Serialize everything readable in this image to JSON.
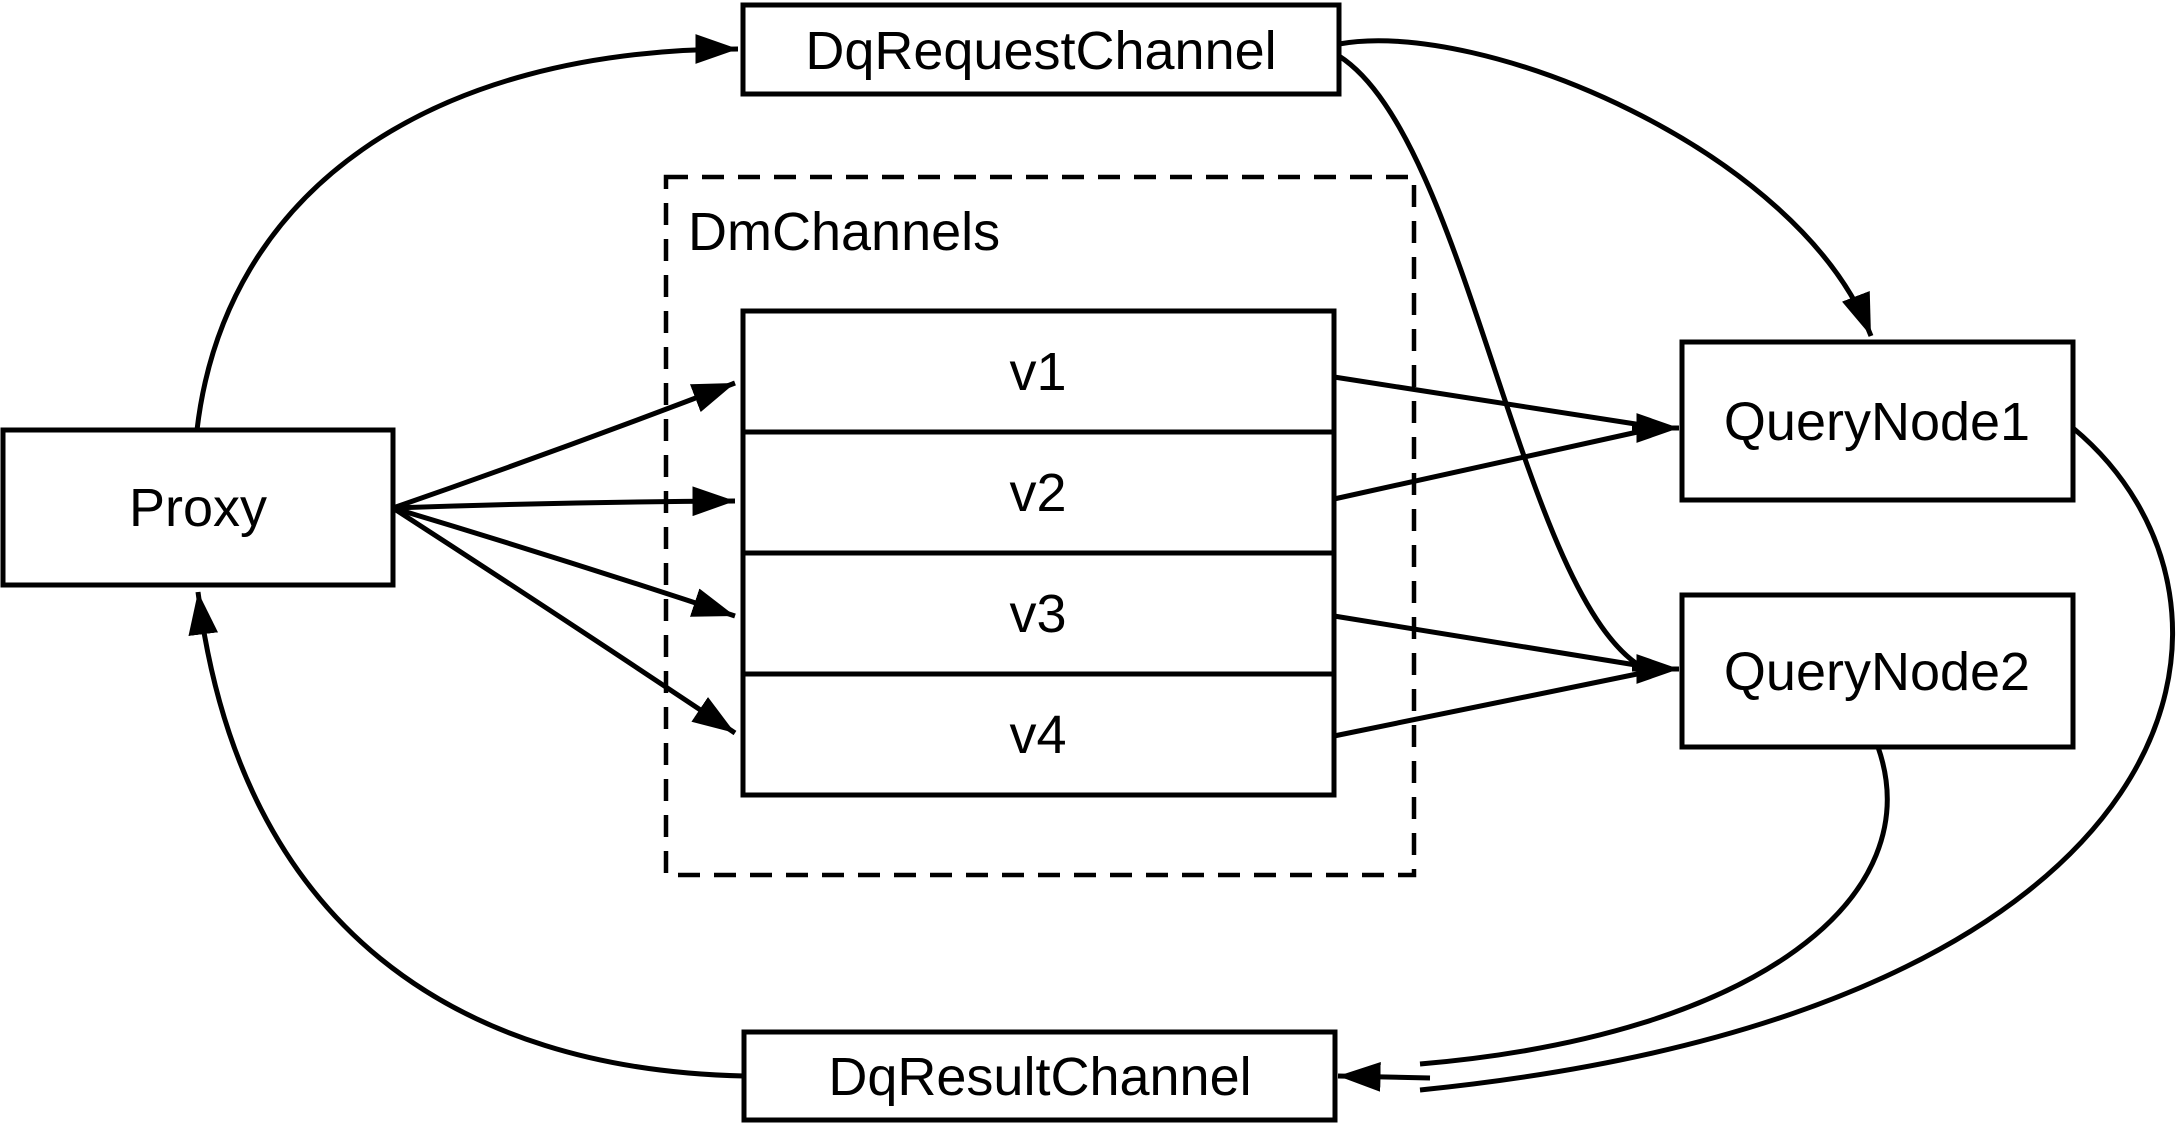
{
  "diagram": {
    "background": "#ffffff",
    "stroke_color": "#000000",
    "nodes": {
      "proxy": {
        "label": "Proxy"
      },
      "dq_request_channel": {
        "label": "DqRequestChannel"
      },
      "dm_channels": {
        "label": "DmChannels"
      },
      "query_node1": {
        "label": "QueryNode1"
      },
      "query_node2": {
        "label": "QueryNode2"
      },
      "dq_result_channel": {
        "label": "DqResultChannel"
      }
    },
    "channels": [
      "v1",
      "v2",
      "v3",
      "v4"
    ],
    "edges": [
      {
        "from": "Proxy",
        "to": "DqRequestChannel"
      },
      {
        "from": "DqRequestChannel",
        "to": "QueryNode1"
      },
      {
        "from": "DqRequestChannel",
        "to": "QueryNode2"
      },
      {
        "from": "Proxy",
        "to": "v1"
      },
      {
        "from": "Proxy",
        "to": "v2"
      },
      {
        "from": "Proxy",
        "to": "v3"
      },
      {
        "from": "Proxy",
        "to": "v4"
      },
      {
        "from": "v1",
        "to": "QueryNode1"
      },
      {
        "from": "v2",
        "to": "QueryNode1"
      },
      {
        "from": "v3",
        "to": "QueryNode2"
      },
      {
        "from": "v4",
        "to": "QueryNode2"
      },
      {
        "from": "QueryNode1",
        "to": "DqResultChannel"
      },
      {
        "from": "QueryNode2",
        "to": "DqResultChannel"
      },
      {
        "from": "DqResultChannel",
        "to": "Proxy"
      }
    ]
  }
}
